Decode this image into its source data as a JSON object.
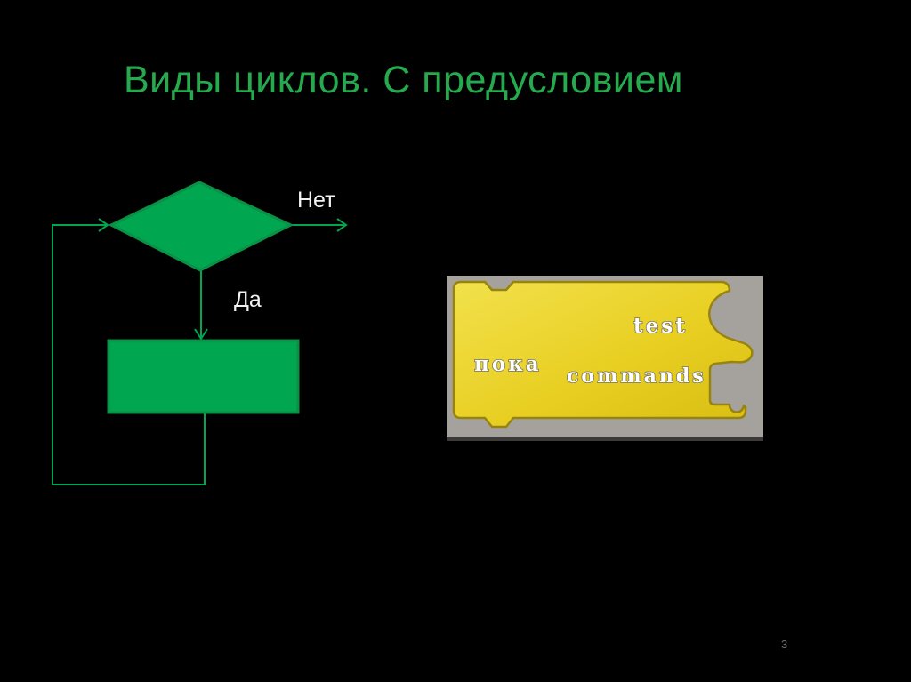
{
  "slide": {
    "title": "Виды циклов. С предусловием",
    "page_number": "3",
    "background_color": "#000000",
    "title_color": "#25aa4d"
  },
  "flowchart": {
    "labels": {
      "no": "Нет",
      "yes": "Да"
    },
    "colors": {
      "shape_fill": "#00a650",
      "shape_border": "#0b9146",
      "connector": "#00a650",
      "label_text": "#f2f2f2"
    }
  },
  "block_image": {
    "background_color": "#a5a29e",
    "block_color": "#e8cf22",
    "labels": {
      "condition_slot": "test",
      "keyword": "пока",
      "body_slot": "commands"
    },
    "label_color": "#ffffff"
  }
}
